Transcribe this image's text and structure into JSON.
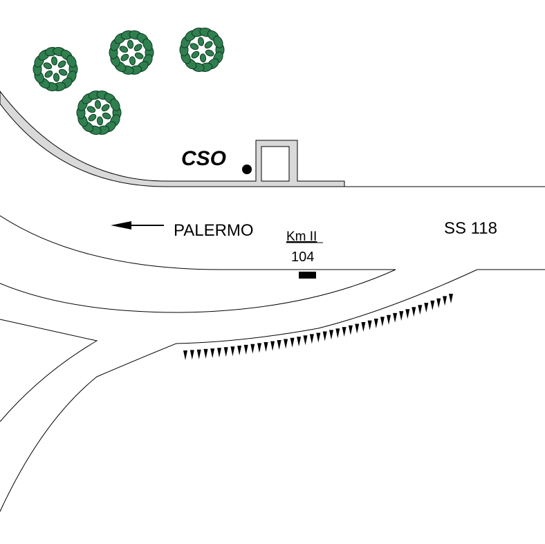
{
  "labels": {
    "site": "CSO",
    "destination": "PALERMO",
    "road": "SS 118",
    "km_unit": "Km II",
    "km_value": "104"
  },
  "colors": {
    "foliage": "#2f7f4f",
    "foliage_dark": "#0c3a20",
    "road_fill": "#d9d9d9",
    "line": "#000000"
  },
  "icons": {
    "tree": "tree-icon",
    "arrow": "arrow-left-icon",
    "site_marker": "dot-marker-icon",
    "building": "building-icon",
    "km_marker": "km-marker-icon",
    "embankment": "embankment-hatch"
  }
}
